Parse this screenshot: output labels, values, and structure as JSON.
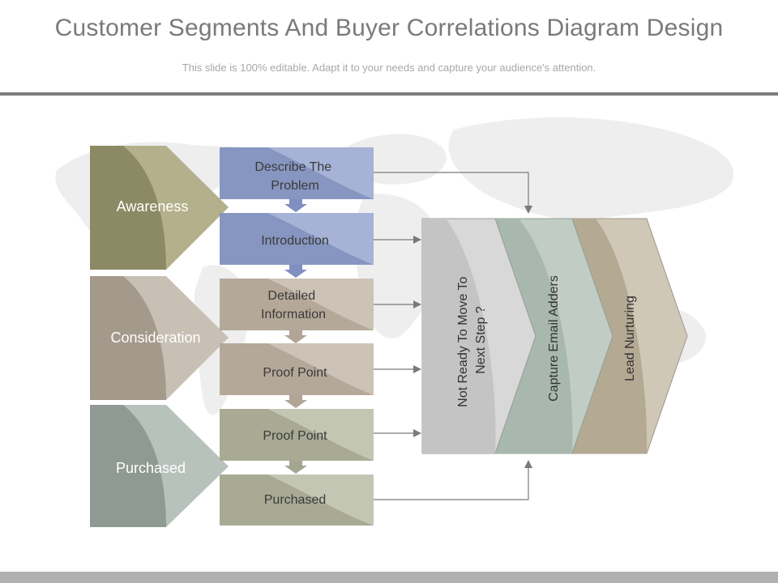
{
  "header": {
    "title": "Customer Segments And Buyer Correlations Diagram Design",
    "subtitle": "This slide is 100% editable. Adapt it to your needs and capture your audience's attention."
  },
  "stages": [
    {
      "label": "Awareness",
      "color": "#8c8a64",
      "light": "#b4b08c"
    },
    {
      "label": "Consideration",
      "color": "#a49a8c",
      "light": "#c8c0b4"
    },
    {
      "label": "Purchased",
      "color": "#8e9a92",
      "light": "#b8c2bc"
    }
  ],
  "steps": [
    {
      "line1": "Describe The",
      "line2": "Problem",
      "color": "#8796c0",
      "light": "#a6b2d6"
    },
    {
      "line1": "Introduction",
      "line2": "",
      "color": "#8796c0",
      "light": "#a6b2d6"
    },
    {
      "line1": "Detailed",
      "line2": "Information",
      "color": "#b4a898",
      "light": "#ccc2b6"
    },
    {
      "line1": "Proof Point",
      "line2": "",
      "color": "#b4a898",
      "light": "#ccc2b6"
    },
    {
      "line1": "Proof Point",
      "line2": "",
      "color": "#a8aa94",
      "light": "#c4c6b4"
    },
    {
      "line1": "Purchased",
      "line2": "",
      "color": "#a8aa94",
      "light": "#c4c6b4"
    }
  ],
  "outcomes": [
    {
      "line1": "Not Ready To Move To",
      "line2": "Next Step ?",
      "color": "#c4c4c4",
      "light": "#d8d8d8"
    },
    {
      "line1": "Capture Email Adders",
      "line2": "",
      "color": "#a8b8ae",
      "light": "#c0ccc4"
    },
    {
      "line1": "Lead Nurturing",
      "line2": "",
      "color": "#b4aa94",
      "light": "#d0c8b6"
    }
  ],
  "colors": {
    "arrow": "#7a7a7a",
    "down_arrow_blue": "#7f8fbf",
    "down_arrow_tan": "#b1a595",
    "down_arrow_olive": "#a3a58f",
    "world_map": "#eeeeee"
  }
}
